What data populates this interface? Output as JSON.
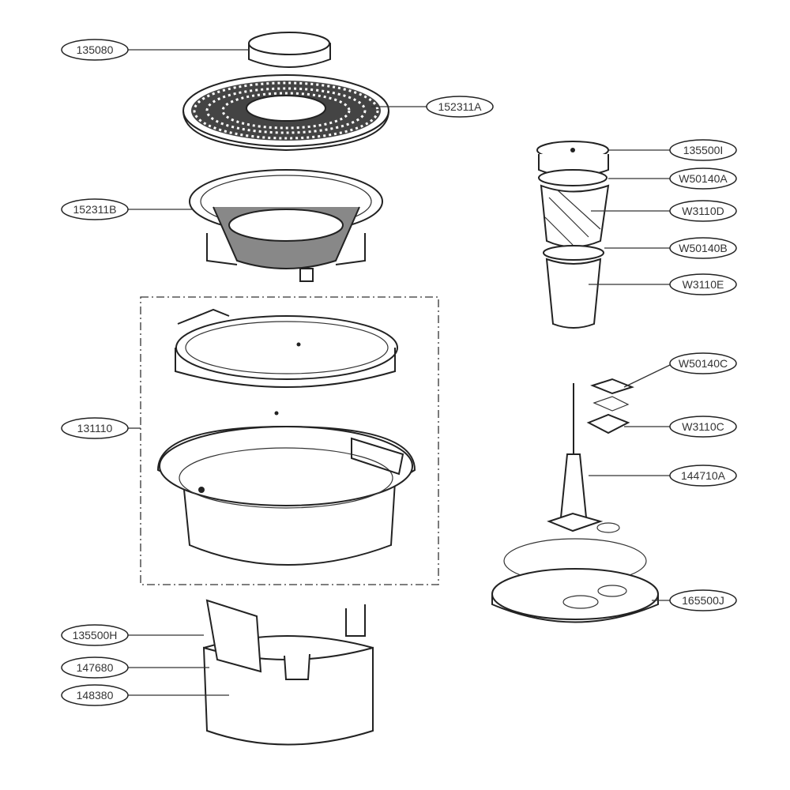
{
  "diagram": {
    "callouts": [
      {
        "id": "135080",
        "part": "cap"
      },
      {
        "id": "152311A",
        "part": "grate"
      },
      {
        "id": "152311B",
        "part": "basket"
      },
      {
        "id": "135500I",
        "part": "screw-top"
      },
      {
        "id": "W50140A",
        "part": "seal-a"
      },
      {
        "id": "W3110D",
        "part": "auger"
      },
      {
        "id": "W50140B",
        "part": "seal-b"
      },
      {
        "id": "W3110E",
        "part": "auger-sleeve"
      },
      {
        "id": "W50140C",
        "part": "square-seal"
      },
      {
        "id": "W3110C",
        "part": "gasket"
      },
      {
        "id": "144710A",
        "part": "shaft"
      },
      {
        "id": "131110",
        "part": "bowl-assembly"
      },
      {
        "id": "165500J",
        "part": "base-plate"
      },
      {
        "id": "135500H",
        "part": "latch"
      },
      {
        "id": "147680",
        "part": "housing-clip"
      },
      {
        "id": "148380",
        "part": "housing"
      }
    ]
  }
}
